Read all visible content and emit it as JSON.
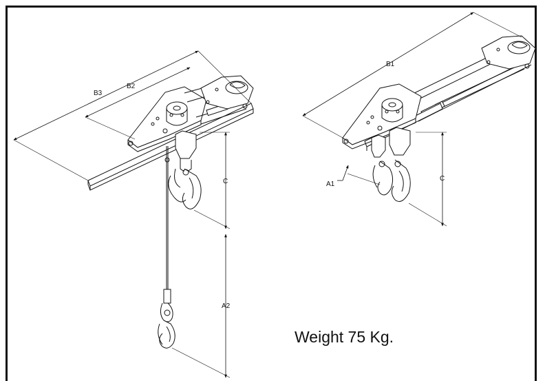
{
  "dimension_labels": {
    "b3": "B3",
    "b2": "B2",
    "c_left": "C",
    "a2": "A2",
    "b1": "B1",
    "a1": "A1",
    "c_right": "C"
  },
  "weight_text": "Weight 75 Kg."
}
